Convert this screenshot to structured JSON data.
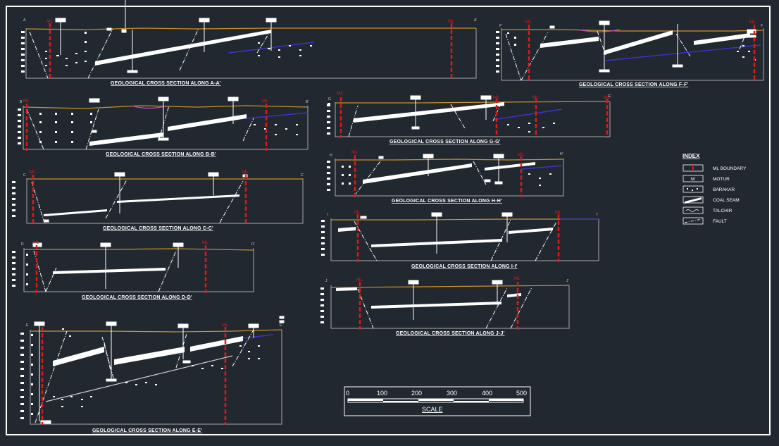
{
  "sections": [
    {
      "id": "A",
      "title": "GEOLOGICAL CROSS SECTION ALONG A-A'",
      "ml": [
        "ML",
        "ML"
      ],
      "ends": [
        "A",
        "A'"
      ]
    },
    {
      "id": "F",
      "title": "GEOLOGICAL CROSS SECTION ALONG F-F'",
      "ml": [
        "ML",
        "ML"
      ],
      "ends": [
        "F",
        "F'"
      ]
    },
    {
      "id": "B",
      "title": "GEOLOGICAL CROSS SECTION ALONG B-B'",
      "ml": [
        "ML",
        "ML"
      ],
      "ends": [
        "B",
        "B'"
      ]
    },
    {
      "id": "G",
      "title": "GEOLOGICAL CROSS SECTION ALONG G-G'",
      "ml": [
        "ML",
        "ML",
        "ML",
        "ML"
      ],
      "ends": [
        "G",
        "G'"
      ]
    },
    {
      "id": "H",
      "title": "GEOLOGICAL CROSS SECTION ALONG H-H'",
      "ml": [
        "ML",
        "ML"
      ],
      "ends": [
        "H",
        "H'"
      ]
    },
    {
      "id": "C",
      "title": "GEOLOGICAL CROSS SECTION ALONG C-C'",
      "ml": [
        "ML",
        "ML"
      ],
      "ends": [
        "C",
        "C'"
      ]
    },
    {
      "id": "I",
      "title": "GEOLOGICAL CROSS SECTION ALONG I-I'",
      "ml": [
        "ML",
        "ML"
      ],
      "ends": [
        "I",
        "I'"
      ]
    },
    {
      "id": "D",
      "title": "GEOLOGICAL CROSS SECTION ALONG D-D'",
      "ml": [
        "ML",
        "ML"
      ],
      "ends": [
        "D",
        "D'"
      ]
    },
    {
      "id": "J",
      "title": "GEOLOGICAL CROSS SECTION ALONG J-J'",
      "ml": [
        "ML",
        "ML"
      ],
      "ends": [
        "J",
        "J'"
      ]
    },
    {
      "id": "E",
      "title": "GEOLOGICAL CROSS SECTION ALONG E-E'",
      "ml": [
        "ML"
      ],
      "ends": [
        "E",
        "E'"
      ]
    }
  ],
  "index": {
    "title": "INDEX",
    "items": [
      {
        "icon": "ml-boundary-icon",
        "label": "ML BOUNDARY"
      },
      {
        "icon": "motur-icon",
        "label": "MOTUR",
        "symbol": "M"
      },
      {
        "icon": "barakar-icon",
        "label": "BARAKAR"
      },
      {
        "icon": "coal-seam-icon",
        "label": "COAL SEAM"
      },
      {
        "icon": "talchir-icon",
        "label": "TALCHIR"
      },
      {
        "icon": "fault-icon",
        "label": "FAULT"
      }
    ]
  },
  "scale": {
    "title": "SCALE",
    "ticks": [
      "0",
      "100",
      "200",
      "300",
      "400",
      "500"
    ]
  },
  "colors": {
    "background": "#212830",
    "surface": "#c8922a",
    "ml_boundary": "#e01818",
    "coal": "#ffffff",
    "talchir": "#3b35c9",
    "text": "#ffffff"
  }
}
